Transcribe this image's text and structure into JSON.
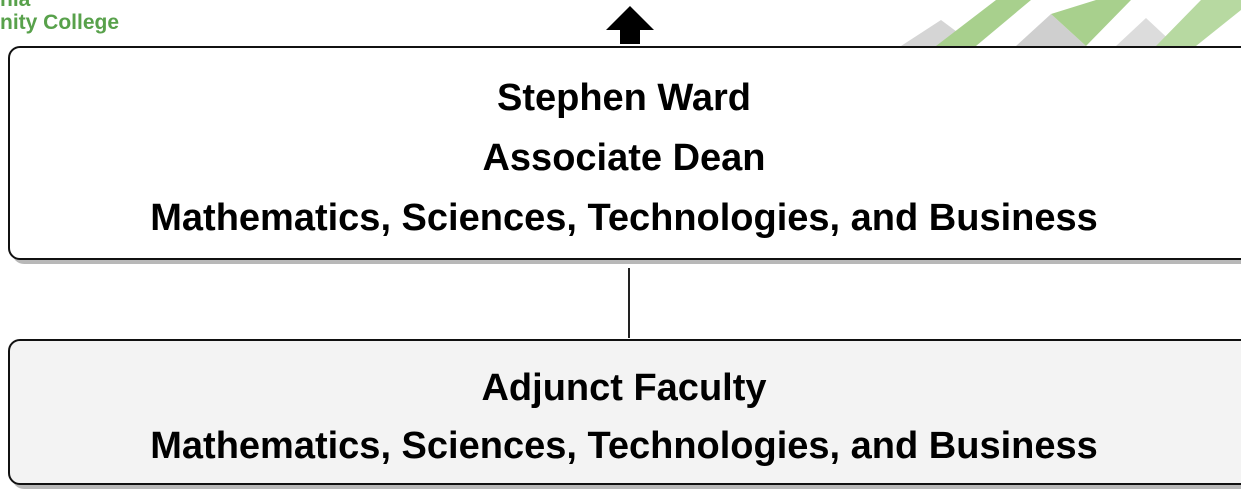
{
  "logo": {
    "line1": "nia",
    "line2": "nity College"
  },
  "colors": {
    "logo_green": "#58a14b",
    "decor_green": "#a8d08d",
    "decor_gray": "#d5d5d5",
    "bottom_box_fill": "#f3f3f3"
  },
  "icons": {
    "arrow": "up-arrow-icon",
    "decoration": "chevron-pattern"
  },
  "dean_box": {
    "name": "Stephen Ward",
    "title": "Associate Dean",
    "division": "Mathematics, Sciences, Technologies, and Business"
  },
  "faculty_box": {
    "title": "Adjunct Faculty",
    "division": "Mathematics, Sciences, Technologies, and Business"
  }
}
